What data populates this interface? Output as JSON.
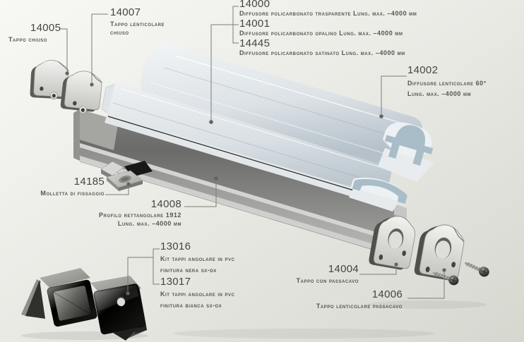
{
  "colors": {
    "background_light": "#f7f7f4",
    "background_dark": "#d6d7cf",
    "diffuser_end_face": "#a9bdc9",
    "aluminum": "#8f908e",
    "leader_line": "#7d7d77",
    "text_code": "#454541",
    "text_desc": "#55554f",
    "pvc_cap_dark": "#121210"
  },
  "labels": {
    "l14005": {
      "code": "14005",
      "desc1": "Tappo chiuso"
    },
    "l14007": {
      "code": "14007",
      "desc1": "Tappo lenticolare",
      "desc2": "chiuso"
    },
    "l14000": {
      "code": "14000",
      "desc1": "Diffusore policarbonato trasparente Lung. max. –4000 mm"
    },
    "l14001": {
      "code": "14001",
      "desc1": "Diffusore policarbonato opalino Lung. max. –4000 mm"
    },
    "l14445": {
      "code": "14445",
      "desc1": "Diffusore policarbonato satinato Lung. max. –4000 mm"
    },
    "l14002": {
      "code": "14002",
      "desc1": "Diffusore lenticolare 60°",
      "desc2": "Lung. max. –4000 mm"
    },
    "l14185": {
      "code": "14185",
      "desc1": "Molletta di fissaggio"
    },
    "l14008": {
      "code": "14008",
      "desc1": "Profilo rettangolare 1912",
      "desc2": "Lung. max. –4000 mm"
    },
    "l13016": {
      "code": "13016",
      "desc1": "Kit tappi angolare in pvc",
      "desc2": "finitura nera sx-dx"
    },
    "l13017": {
      "code": "13017",
      "desc1": "Kit tappi angolare in pvc",
      "desc2": "finitura bianca sx-dx"
    },
    "l14004": {
      "code": "14004",
      "desc1": "Tappo con passacavo"
    },
    "l14006": {
      "code": "14006",
      "desc1": "Tappo lenticolare passacavo"
    }
  },
  "parts": [
    {
      "code": "14005",
      "icon": "end-cap-closed-illustration"
    },
    {
      "code": "14007",
      "icon": "end-cap-lenticular-closed-illustration"
    },
    {
      "code": "14000",
      "icon": "diffuser-flat-illustration"
    },
    {
      "code": "14001",
      "icon": "diffuser-flat-illustration"
    },
    {
      "code": "14445",
      "icon": "diffuser-flat-illustration"
    },
    {
      "code": "14002",
      "icon": "diffuser-lenticular-illustration"
    },
    {
      "code": "14185",
      "icon": "fixing-clip-illustration"
    },
    {
      "code": "14008",
      "icon": "rectangular-profile-illustration"
    },
    {
      "code": "13016",
      "icon": "pvc-corner-cap-illustration"
    },
    {
      "code": "13017",
      "icon": "pvc-corner-cap-illustration"
    },
    {
      "code": "14004",
      "icon": "end-cap-cable-gland-illustration"
    },
    {
      "code": "14006",
      "icon": "end-cap-lenticular-cable-gland-illustration"
    }
  ]
}
